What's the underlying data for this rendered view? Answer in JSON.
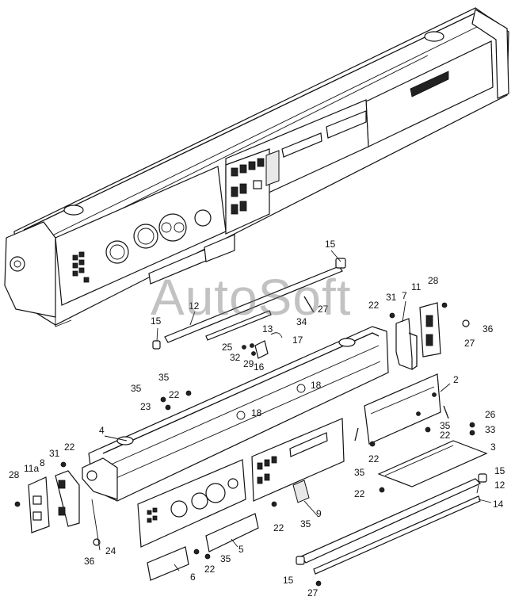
{
  "watermark": "AutoSoft",
  "callouts": {
    "c1": "15",
    "c2": "12",
    "c3": "15",
    "c4": "13",
    "c5": "17",
    "c6": "34",
    "c7": "27",
    "c8": "22",
    "c9": "31",
    "c10": "7",
    "c11": "11",
    "c12": "28",
    "c13": "36",
    "c14": "27",
    "c15": "25",
    "c16": "32",
    "c17": "29",
    "c18": "16",
    "c19": "35",
    "c20": "22",
    "c21": "35",
    "c22": "23",
    "c23": "18",
    "c24": "18",
    "c25": "2",
    "c26": "4",
    "c27": "26",
    "c28": "33",
    "c29": "35",
    "c30": "22",
    "c31": "22",
    "c32": "3",
    "c33": "35",
    "c34": "22",
    "c35": "15",
    "c36": "12",
    "c37": "14",
    "c38": "8",
    "c39": "31",
    "c40": "22",
    "c41": "11а",
    "c42": "28",
    "c43": "22",
    "c44": "35",
    "c45": "9",
    "c46": "24",
    "c47": "36",
    "c48": "35",
    "c49": "5",
    "c50": "22",
    "c51": "6",
    "c52": "15",
    "c53": "27"
  }
}
